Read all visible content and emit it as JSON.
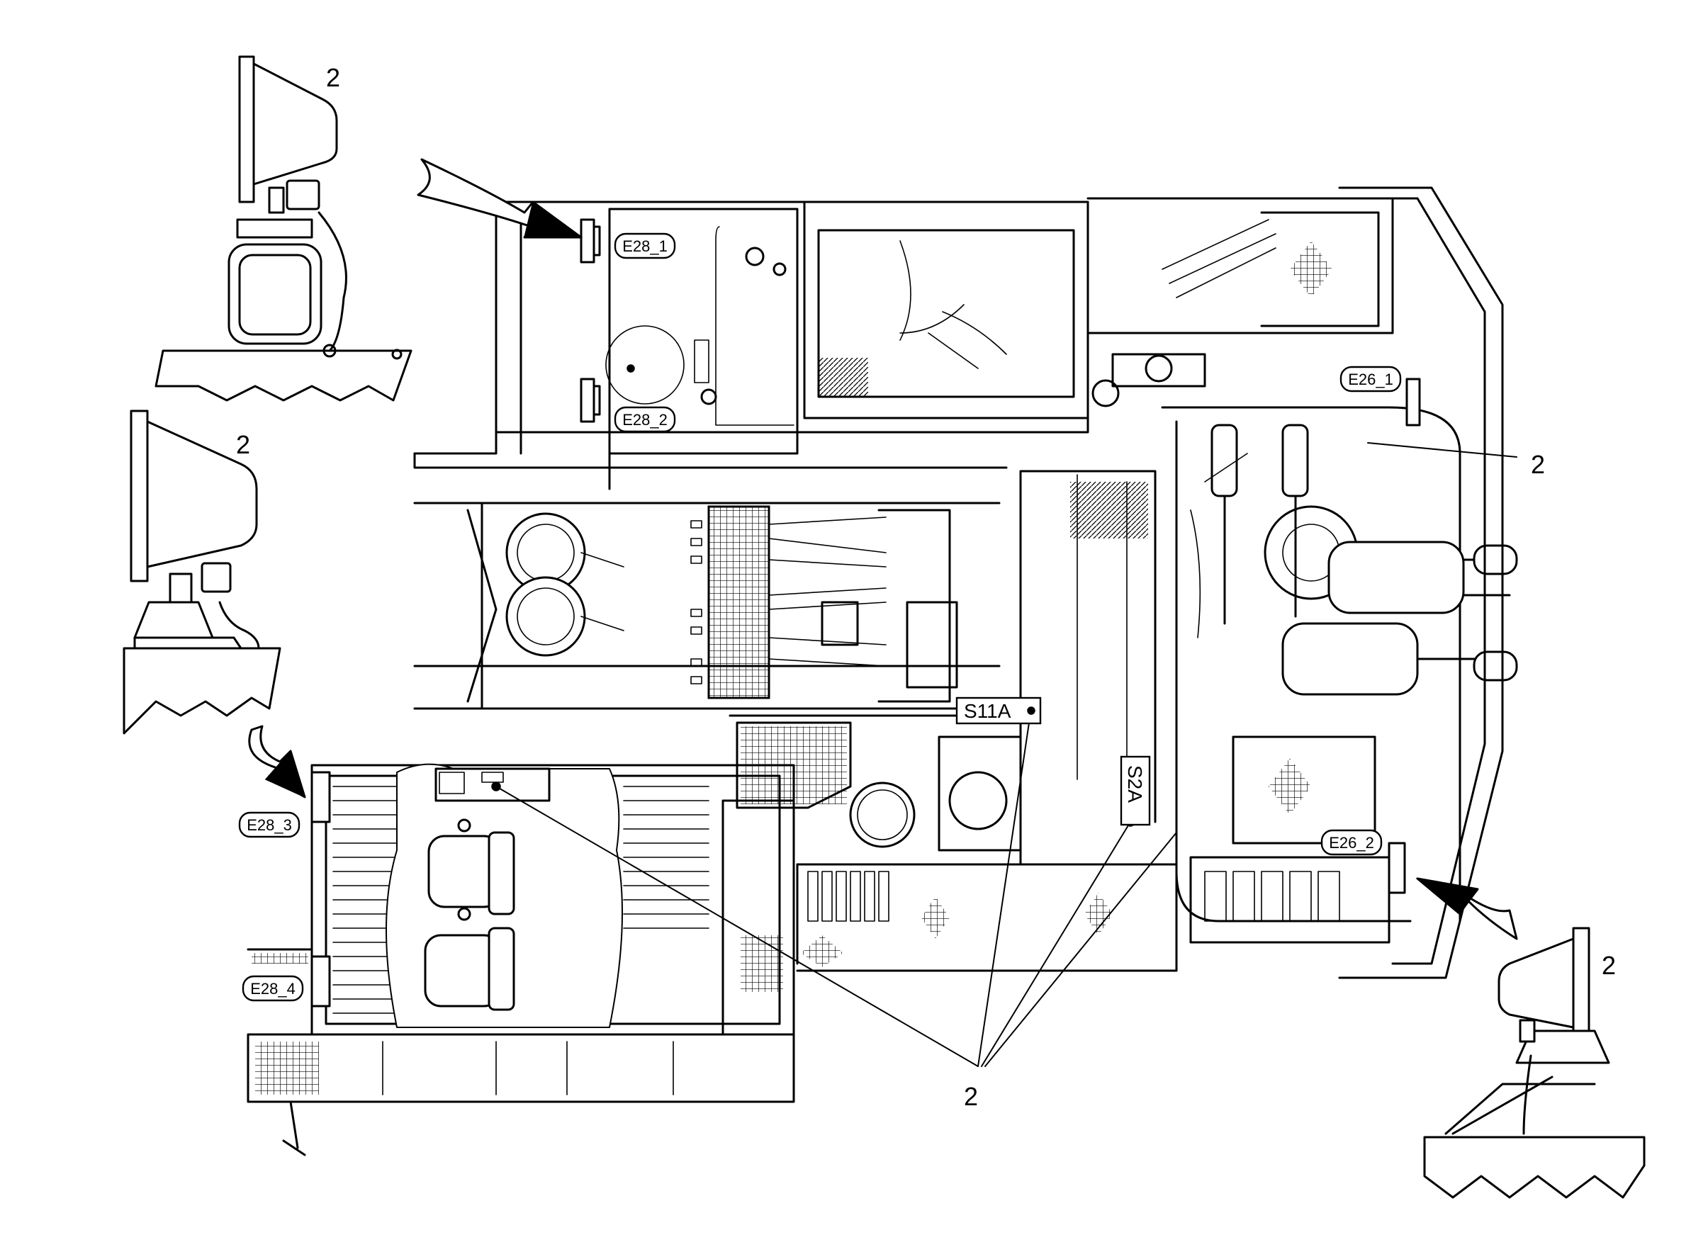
{
  "callouts": {
    "top_left": "2",
    "mid_left": "2",
    "right": "2",
    "bottom_right": "2",
    "bottom_center": "2"
  },
  "tags": {
    "e28_1": "E28_1",
    "e28_2": "E28_2",
    "e28_3": "E28_3",
    "e28_4": "E28_4",
    "e26_1": "E26_1",
    "e26_2": "E26_2"
  },
  "switch_labels": {
    "s11a": "S11A",
    "s2a": "S2A"
  },
  "icons": [
    "work-lamp-icon",
    "pointer-arrow-icon"
  ],
  "colors": {
    "line": "#000000",
    "background": "#ffffff"
  }
}
